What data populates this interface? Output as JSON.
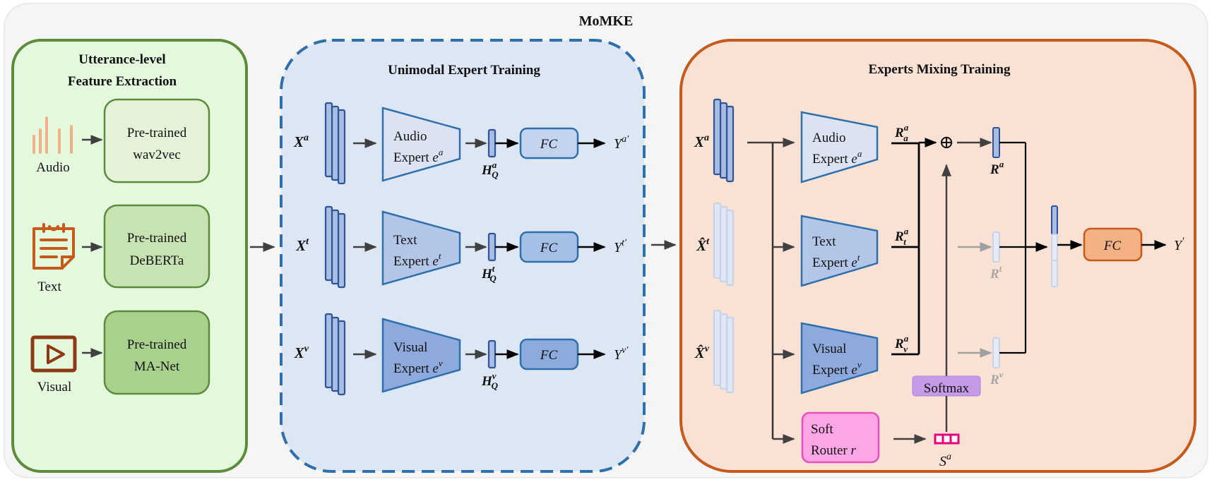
{
  "title": "MoMKE",
  "colors": {
    "outer_bg": "#f5f5f5",
    "green_panel_fill": "#e3f8dd",
    "green_panel_stroke": "#5b8c3a",
    "blue_panel_fill": "#dde7f3",
    "blue_panel_stroke": "#2e6fad",
    "orange_panel_fill": "#f9e2d4",
    "orange_panel_stroke": "#c55a1a",
    "expert_audio": "#dbe3f2",
    "expert_text": "#b3c6e7",
    "expert_visual": "#8ea9db",
    "feature_stack": "#a9bde3",
    "fc_blue": "#c5d4ee",
    "fc_orange": "#f4b183",
    "softmax": "#c59be8",
    "router": "#ffa6e6",
    "scores": "#e8007a"
  },
  "panel1": {
    "title_line1": "Utterance-level",
    "title_line2": "Feature Extraction",
    "rows": [
      {
        "modality": "Audio",
        "icon": "audio-waveform-icon",
        "model_line1": "Pre-trained",
        "model_line2": "wav2vec"
      },
      {
        "modality": "Text",
        "icon": "document-icon",
        "model_line1": "Pre-trained",
        "model_line2": "DeBERTa"
      },
      {
        "modality": "Visual",
        "icon": "video-play-icon",
        "model_line1": "Pre-trained",
        "model_line2": "MA-Net"
      }
    ]
  },
  "panel2": {
    "title": "Unimodal Expert Training",
    "rows": [
      {
        "input_base": "X",
        "input_sup": "a",
        "expert_line1": "Audio",
        "expert_line2": "Expert ",
        "expert_e": "e",
        "expert_sup": "a",
        "hidden_base": "H",
        "hidden_sup": "a",
        "hidden_sub": "Q",
        "fc": "FC",
        "output_base": "Y",
        "output_sup": "a′"
      },
      {
        "input_base": "X",
        "input_sup": "t",
        "expert_line1": "Text",
        "expert_line2": "Expert ",
        "expert_e": "e",
        "expert_sup": "t",
        "hidden_base": "H",
        "hidden_sup": "t",
        "hidden_sub": "Q",
        "fc": "FC",
        "output_base": "Y",
        "output_sup": "t′"
      },
      {
        "input_base": "X",
        "input_sup": "v",
        "expert_line1": "Visual",
        "expert_line2": "Expert ",
        "expert_e": "e",
        "expert_sup": "v",
        "hidden_base": "H",
        "hidden_sup": "v",
        "hidden_sub": "Q",
        "fc": "FC",
        "output_base": "Y",
        "output_sup": "v′"
      }
    ]
  },
  "panel3": {
    "title": "Experts Mixing Training",
    "inputs": [
      {
        "base": "X",
        "sup": "a"
      },
      {
        "base": "X̂",
        "sup": "t"
      },
      {
        "base": "X̂",
        "sup": "v"
      }
    ],
    "experts": [
      {
        "line1": "Audio",
        "line2": "Expert ",
        "e": "e",
        "sup": "a",
        "r_base": "R",
        "r_sup": "a",
        "r_sub": "a"
      },
      {
        "line1": "Text",
        "line2": "Expert ",
        "e": "e",
        "sup": "t",
        "r_base": "R",
        "r_sup": "a",
        "r_sub": "t"
      },
      {
        "line1": "Visual",
        "line2": "Expert ",
        "e": "e",
        "sup": "v",
        "r_base": "R",
        "r_sup": "a",
        "r_sub": "v"
      }
    ],
    "plus_symbol": "⊕",
    "r_outputs": [
      {
        "base": "R",
        "sup": "a"
      },
      {
        "base": "R",
        "sup": "t"
      },
      {
        "base": "R",
        "sup": "v"
      }
    ],
    "softmax": "Softmax",
    "router_line1": "Soft",
    "router_line2": "Router ",
    "router_r": "r",
    "scores_base": "S",
    "scores_sup": "a",
    "fc": "FC",
    "output_base": "Y",
    "output_sup": "′"
  }
}
